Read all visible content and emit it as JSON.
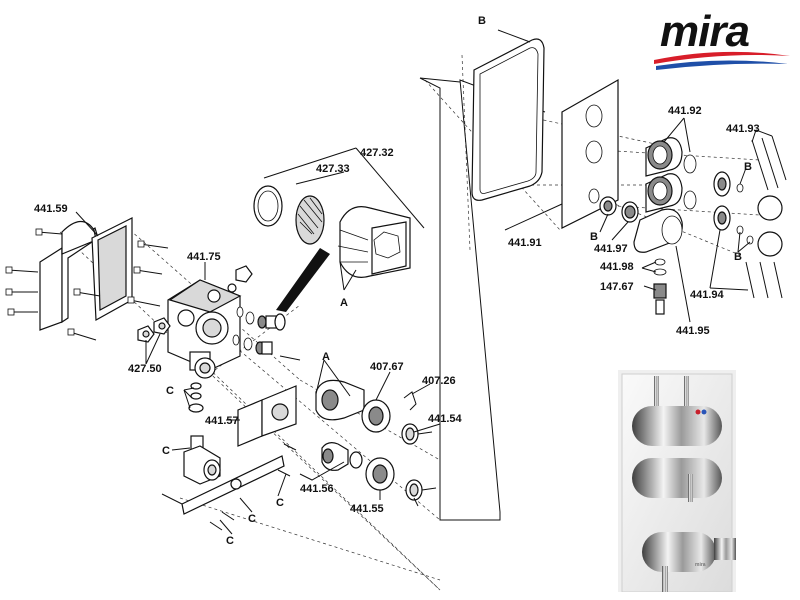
{
  "brand": {
    "logo_text": "mira"
  },
  "diagram": {
    "labels": {
      "p441_59": "441.59",
      "p441_75": "441.75",
      "p427_32": "427.32",
      "p427_33": "427.33",
      "p427_50": "427.50",
      "p441_57": "441.57",
      "p407_67": "407.67",
      "p407_26": "407.26",
      "p441_54": "441.54",
      "p441_56": "441.56",
      "p441_55": "441.55",
      "p441_91": "441.91",
      "p441_92": "441.92",
      "p441_93": "441.93",
      "p441_97": "441.97",
      "p441_98": "441.98",
      "p147_67": "147.67",
      "p441_94": "441.94",
      "p441_95": "441.95",
      "A": "A",
      "B": "B",
      "C": "C"
    }
  },
  "photo": {
    "badge_text": "mira"
  },
  "colors": {
    "logo_red": "#d81e2a",
    "logo_blue": "#1f4fa8",
    "line": "#111111",
    "chrome_dark": "#4a4a4a",
    "chrome_light": "#f2f2f2",
    "tile": "#eeeeee"
  }
}
